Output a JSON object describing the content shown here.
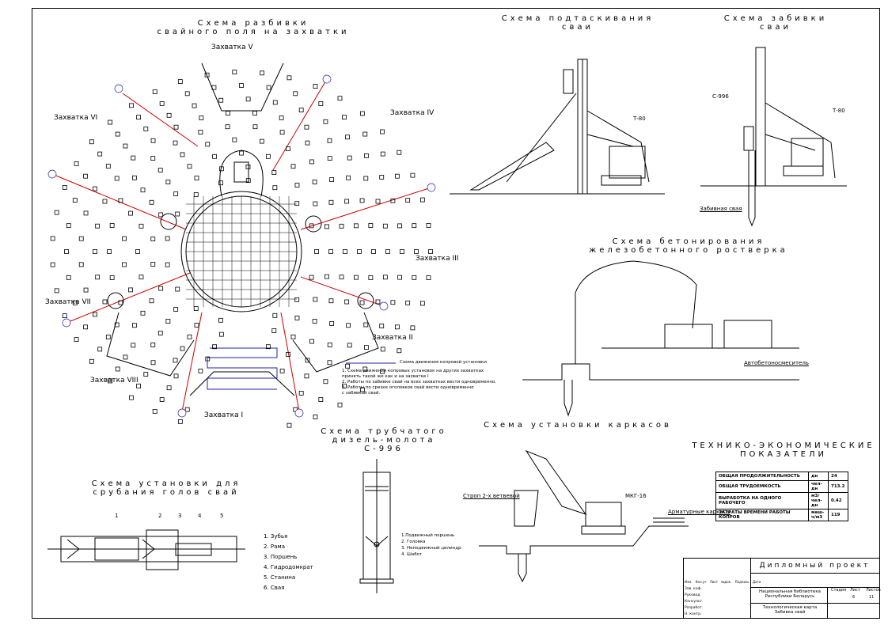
{
  "titles": {
    "pile_field": [
      "Схема разбивки",
      "свайного поля на захватки"
    ],
    "pull": [
      "Схема подтаскивания",
      "сваи"
    ],
    "drive": [
      "Схема забивки",
      "сваи"
    ],
    "concrete": [
      "Схема бетонирования",
      "железобетонного ростверка"
    ],
    "hammer": [
      "Схема трубчатого",
      "дизель-молота",
      "С-996"
    ],
    "cut": [
      "Схема установки для",
      "срубания голов свай"
    ],
    "cage": [
      "Схема установки каркасов"
    ],
    "tep": [
      "ТЕХНИКО-ЭКОНОМИЧЕСКИЕ",
      "ПОКАЗАТЕЛИ"
    ]
  },
  "zones": [
    "Захватка I",
    "Захватка II",
    "Захватка III",
    "Захватка IV",
    "Захватка V",
    "Захватка VI",
    "Захватка VII",
    "Захватка VIII"
  ],
  "labels": {
    "t80a": "Т-80",
    "t80b": "Т-80",
    "c996": "С-996",
    "pile": "Забивная свая",
    "mixer": "Автобетоносмеситель",
    "sling": "Строп 2-х ветвевой",
    "crane": "МКГ-16",
    "cages": "Арматурные каркасы"
  },
  "legend": {
    "line": "Схема движения копровой установки",
    "notes": [
      "1. Схема движения копровых установок на других захватках",
      "   принять такой же как и на захватке I",
      "2. Работы по забивке свай на всех захватках вести одновременно.",
      "3. Работы по срезке оголовков свай вести одновременно",
      "   с забивкой свай."
    ]
  },
  "cut_items": [
    "1. Зубья",
    "2. Рама",
    "3. Поршень",
    "4. Гидродомкрат",
    "5. Станина",
    "6. Свая"
  ],
  "cut_numbers": [
    "1",
    "2",
    "3",
    "4",
    "5"
  ],
  "hammer_items": [
    "1.Подвижный поршень",
    "2. Головка",
    "3. Неподвижный цилиндр",
    "4. Шабот"
  ],
  "tep_rows": [
    {
      "name": "ОБЩАЯ ПРОДОЛЖИТЕЛЬНОСТЬ",
      "unit": "дн",
      "value": "24"
    },
    {
      "name": "ОБЩАЯ ТРУДОЕМКОСТЬ",
      "unit": "чел-дн",
      "value": "713.2"
    },
    {
      "name": "ВЫРАБОТКА НА ОДНОГО РАБОЧЕГО",
      "unit": "м3/чел-дн",
      "value": "0.42"
    },
    {
      "name": "ЗАТРАТЫ ВРЕМЕНИ РАБОТЫ КОПРОВ",
      "unit": "маш-ч/м3",
      "value": "119"
    }
  ],
  "stamp": {
    "project": "Дипломный проект",
    "org": [
      "Национальная библиотека",
      "Республики Беларусь"
    ],
    "sheet_title": [
      "Технологическая карта",
      "Забивка свай"
    ],
    "cols": [
      "Стадия",
      "Лист",
      "Листов"
    ],
    "sheet": "6",
    "sheets": "11",
    "left_cols": [
      "Изм.",
      "Кол.уч",
      "Лист",
      "№док.",
      "Подпись",
      "Дата"
    ],
    "roles": [
      "Зав. каф.",
      "Руковод.",
      "Консульт.",
      "Разработ.",
      "Н. контр."
    ]
  }
}
